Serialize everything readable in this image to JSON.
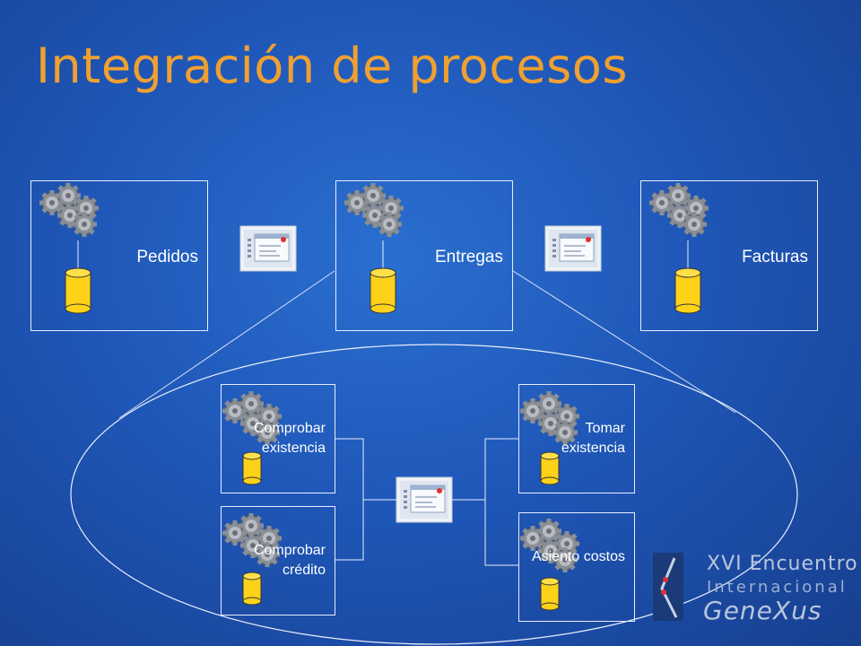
{
  "title": "Integración de procesos",
  "processes": [
    {
      "label": "Pedidos"
    },
    {
      "label": "Entregas"
    },
    {
      "label": "Facturas"
    }
  ],
  "subprocesses": {
    "check_stock": "Comprobar existencia",
    "check_credit": "Comprobar crédito",
    "take_stock": "Tomar existencia",
    "cost_entry": "Asiento costos"
  },
  "logo": {
    "line1": "XVI Encuentro",
    "line2": "Internacional",
    "line3": "GeneXus"
  },
  "colors": {
    "title": "#f0a030",
    "database": "#ffd21a",
    "background": "#1f57b8"
  },
  "icons": [
    "gears-icon",
    "database-icon",
    "message-icon"
  ]
}
